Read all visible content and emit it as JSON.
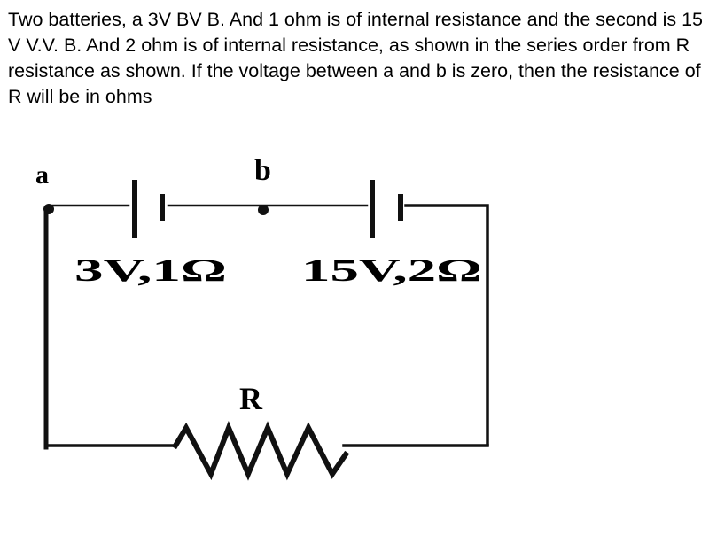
{
  "question": {
    "text": "Two batteries, a 3V BV B. And 1 ohm is of internal resistance and the second is 15 V V.V. B. And 2 ohm is of internal resistance, as shown in the series order from R resistance as shown. If the voltage between a and b is zero, then the resistance of R will be in ohms"
  },
  "circuit": {
    "node_a_label": "a",
    "node_b_label": "b",
    "battery1_label": "3V,1Ω",
    "battery2_label": "15V,2Ω",
    "resistor_label": "R",
    "colors": {
      "wire": "#111111",
      "background": "#ffffff"
    }
  }
}
